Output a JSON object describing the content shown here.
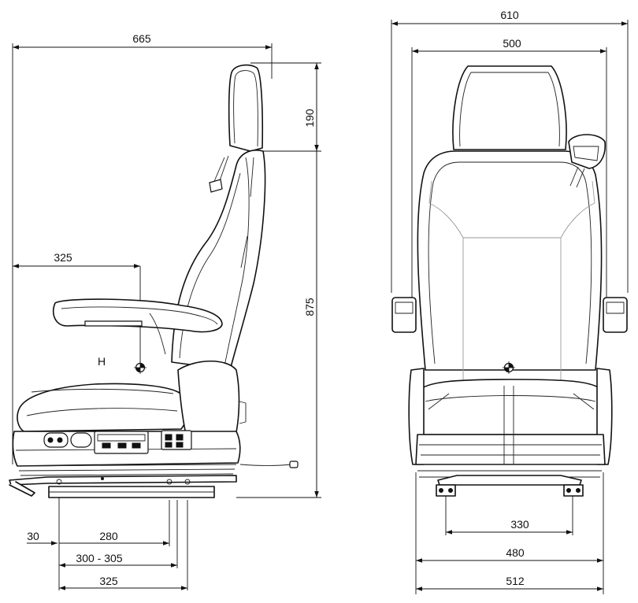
{
  "drawing": {
    "side_view": {
      "dimensions": {
        "overall_depth": "665",
        "headrest_height": "190",
        "overall_height": "875",
        "h_point_offset": "325",
        "h_point_label": "H",
        "rail_offset": "30",
        "rail_hole_spacing": "280",
        "adjustment_range": "300 - 305",
        "base_length": "325"
      }
    },
    "front_view": {
      "dimensions": {
        "overall_width": "610",
        "backrest_width": "500",
        "mount_spacing": "330",
        "base_width_inner": "480",
        "base_width_outer": "512"
      }
    }
  }
}
